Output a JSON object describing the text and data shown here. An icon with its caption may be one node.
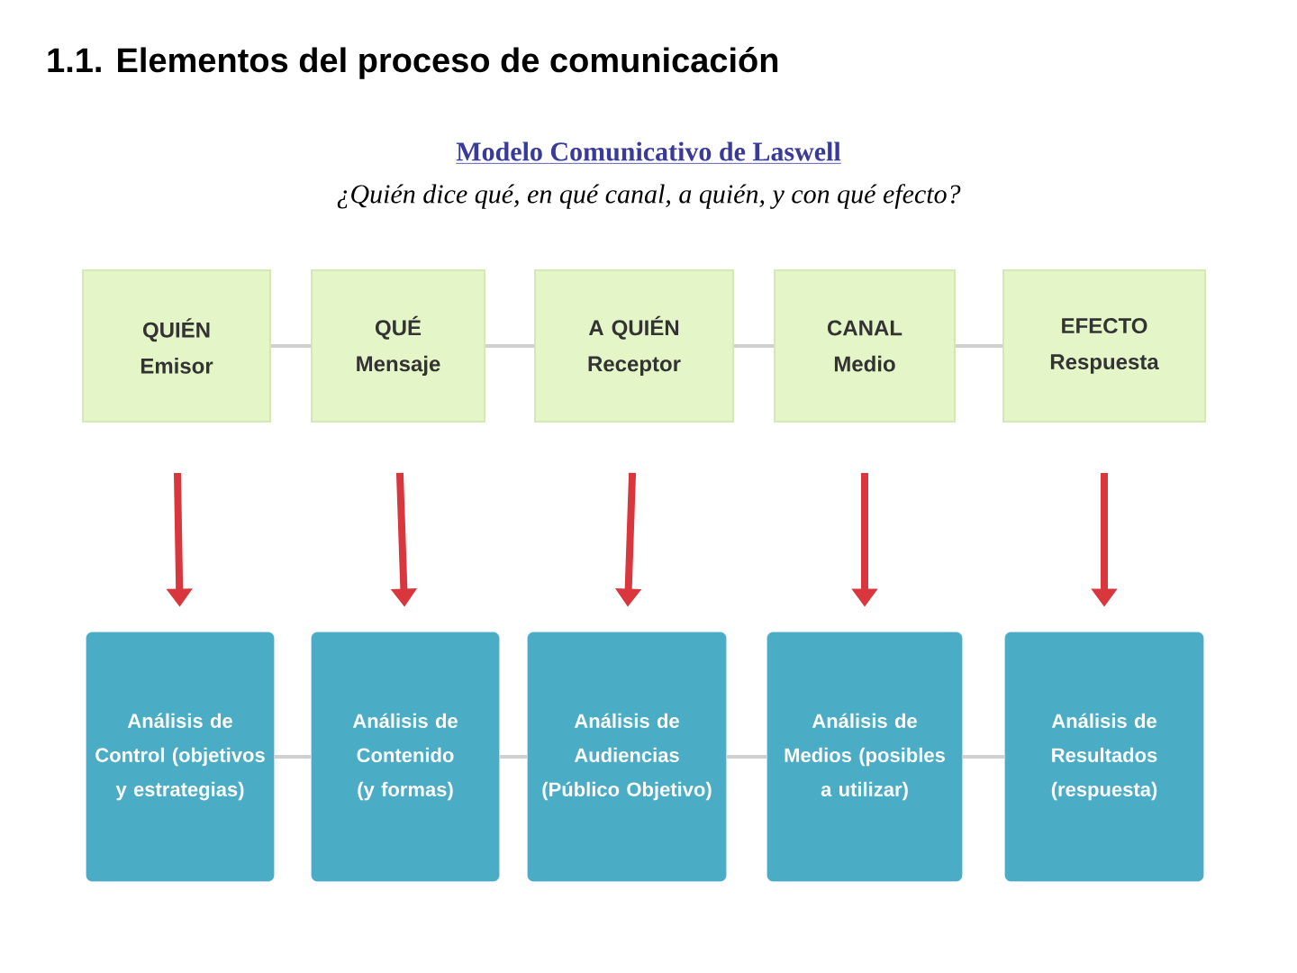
{
  "diagram": {
    "title": "1.1. Elementos del proceso de comunicación",
    "nodes": [
      {
        "text": [
          "QUIÉN",
          "Emisor"
        ]
      },
      {
        "text": [
          "QUÉ",
          "Mensaje"
        ]
      },
      {
        "text": [
          "A QUIÉN",
          "Receptor"
        ]
      },
      {
        "text": [
          "CANAL",
          "Medio"
        ]
      },
      {
        "text": [
          "EFECTO",
          "Respuesta"
        ]
      },
      {
        "text": [
          "Análisis de Control (objetivos y estrategias)"
        ]
      },
      {
        "text": [
          "Análisis de Contenido (y formas)"
        ]
      },
      {
        "text": [
          "Análisis de Audiencias (Público Objetivo)"
        ]
      },
      {
        "text": [
          "Análisis de Medios (posibles a utilizar)"
        ]
      },
      {
        "text": [
          "Análisis de Resultados (respuesta)"
        ]
      }
    ],
    "edges": [
      {
        "from": 0,
        "to": 1,
        "arrow": "none"
      },
      {
        "from": 1,
        "to": 2,
        "arrow": "none"
      },
      {
        "from": 2,
        "to": 3,
        "arrow": "none"
      },
      {
        "from": 3,
        "to": 4,
        "arrow": "none"
      },
      {
        "from": 0,
        "to": 5,
        "arrow": "to",
        "style": "thick",
        "color": "#d9363e"
      },
      {
        "from": 1,
        "to": 6,
        "arrow": "to",
        "style": "thick",
        "color": "#d9363e"
      },
      {
        "from": 2,
        "to": 7,
        "arrow": "to",
        "style": "thick",
        "color": "#d9363e"
      },
      {
        "from": 3,
        "to": 8,
        "arrow": "to",
        "style": "thick",
        "color": "#d9363e"
      },
      {
        "from": 4,
        "to": 9,
        "arrow": "to",
        "style": "thick",
        "color": "#d9363e"
      },
      {
        "from": 5,
        "to": 6,
        "arrow": "none"
      },
      {
        "from": 6,
        "to": 7,
        "arrow": "none"
      },
      {
        "from": 7,
        "to": 8,
        "arrow": "none"
      },
      {
        "from": 8,
        "to": 9,
        "arrow": "none"
      }
    ],
    "labels": [
      "Modelo Comunicativo de Laswell",
      "¿Quién dice qué, en qué canal, a quién, y con qué efecto?"
    ]
  }
}
